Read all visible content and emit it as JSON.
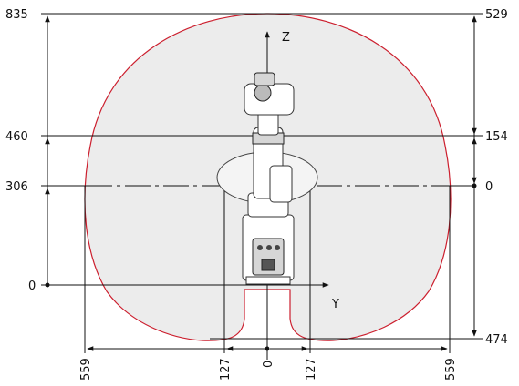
{
  "diagram": {
    "axis_z_label": "Z",
    "axis_y_label": "Y",
    "left_heights": [
      "835",
      "460",
      "306",
      "0"
    ],
    "right_heights": [
      "529",
      "154",
      "0",
      "474"
    ],
    "bottom_widths": [
      "559",
      "127",
      "0",
      "127",
      "559"
    ],
    "envelope_color": "#cc1f2e",
    "envelope_fill": "#ececec"
  }
}
